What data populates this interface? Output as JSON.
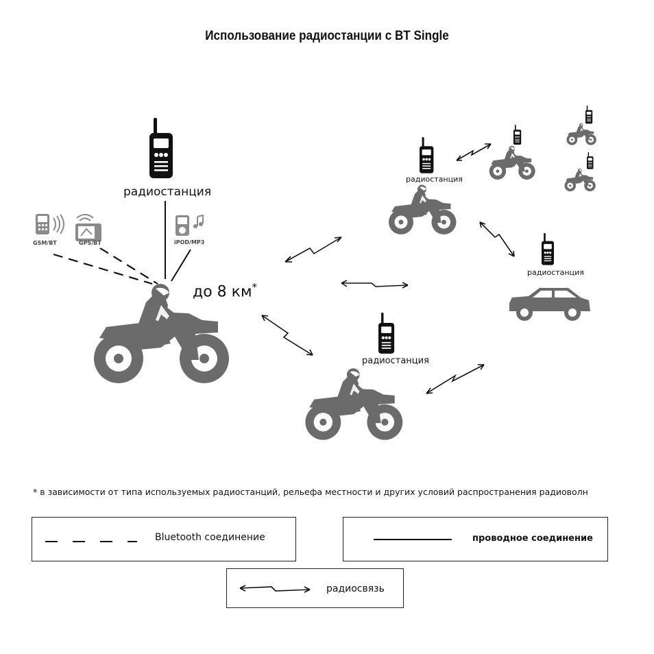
{
  "title": "Использование радиостанции с BT Single",
  "labels": {
    "radio_main": "радиостанция",
    "radio_top_right": "радиостанция",
    "radio_car": "радиостанция",
    "radio_bottom": "радиостанция",
    "gsm": "GSM/BT",
    "gps": "GPS/BT",
    "ipod": "iPOD/MP3",
    "distance": "до 8 км",
    "distance_mark": "*"
  },
  "footnote": "* в зависимости от типа используемых радиостанций, рельефа местности и других условий распространения радиоволн",
  "legend": {
    "bluetooth": "Bluetooth  соединение",
    "wired": "проводное соединение",
    "radio": "радиосвязь"
  },
  "colors": {
    "silhouette": "#6b6b6b",
    "dark": "#111111",
    "device_grey": "#8a8a8a"
  },
  "icons": [
    "walkie-talkie-icon",
    "motorcycle-icon",
    "car-icon",
    "phone-icon",
    "gps-icon",
    "mp3-icon",
    "lightning-arrow-icon"
  ]
}
